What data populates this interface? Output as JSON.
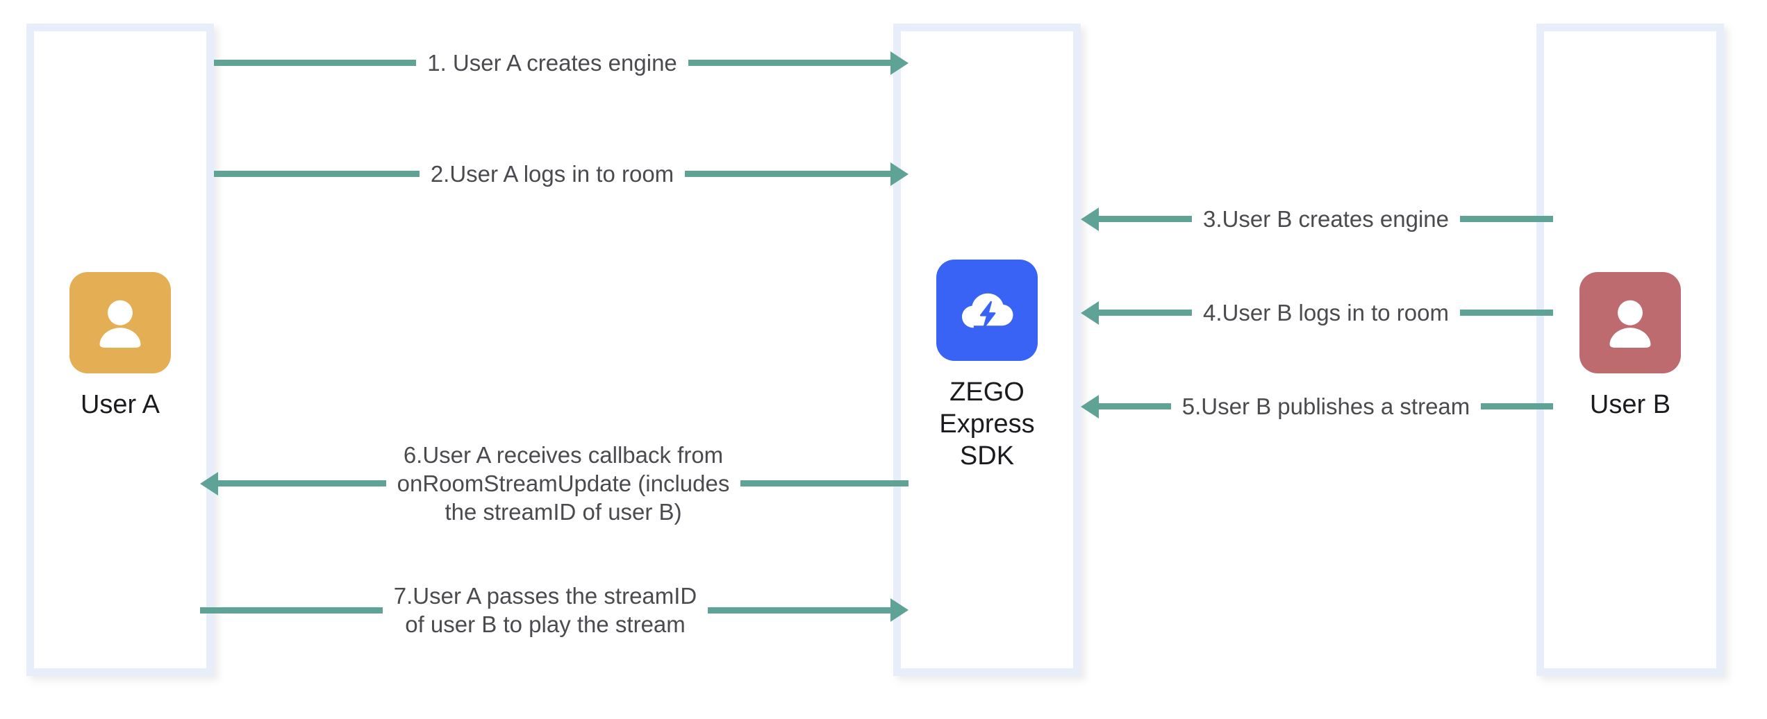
{
  "diagram": {
    "title": "ZEGO Express SDK stream publish/play sequence",
    "colors": {
      "arrow": "#5fa396",
      "column_border": "#e8edfa",
      "user_a_avatar": "#e3ae54",
      "user_b_avatar": "#bd6b6f",
      "sdk_avatar": "#3963f4",
      "label_text": "#4a4a4f",
      "caption_text": "#1b1b1f"
    },
    "nodes": [
      {
        "id": "user-a",
        "caption": "User A",
        "icon": "person-icon"
      },
      {
        "id": "sdk",
        "caption": "ZEGO\nExpress\nSDK",
        "icon": "cloud-lightning-icon"
      },
      {
        "id": "user-b",
        "caption": "User B",
        "icon": "person-icon"
      }
    ],
    "messages": [
      {
        "step": 1,
        "label": "1. User A creates engine",
        "from": "user-a",
        "to": "sdk",
        "direction": "right"
      },
      {
        "step": 2,
        "label": "2.User A logs in to room",
        "from": "user-a",
        "to": "sdk",
        "direction": "right"
      },
      {
        "step": 3,
        "label": "3.User B creates engine",
        "from": "user-b",
        "to": "sdk",
        "direction": "left"
      },
      {
        "step": 4,
        "label": "4.User B logs in to room",
        "from": "user-b",
        "to": "sdk",
        "direction": "left"
      },
      {
        "step": 5,
        "label": "5.User B publishes a stream",
        "from": "user-b",
        "to": "sdk",
        "direction": "left"
      },
      {
        "step": 6,
        "label": "6.User A receives callback from\nonRoomStreamUpdate (includes\nthe streamID of user B)",
        "from": "sdk",
        "to": "user-a",
        "direction": "left"
      },
      {
        "step": 7,
        "label": "7.User A passes the streamID\nof user B to play the stream",
        "from": "user-a",
        "to": "sdk",
        "direction": "right"
      }
    ]
  }
}
